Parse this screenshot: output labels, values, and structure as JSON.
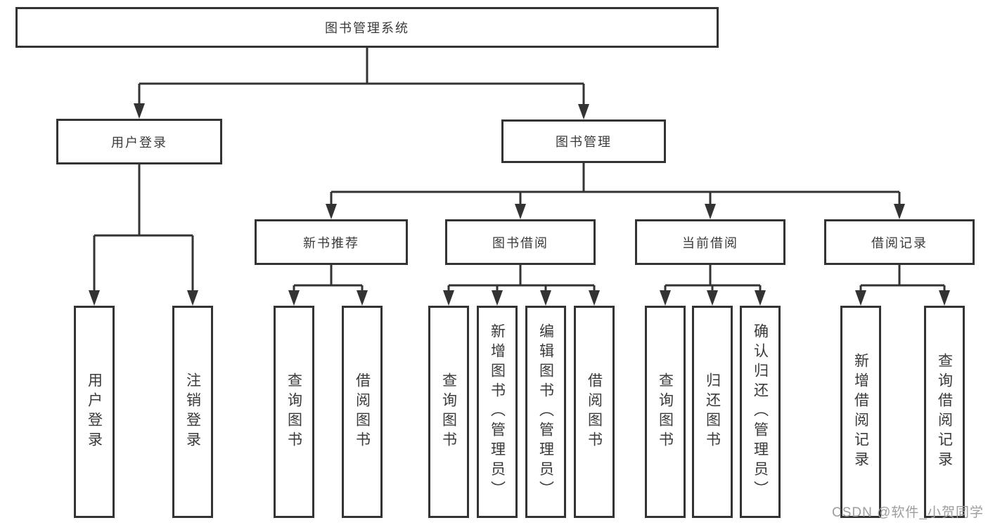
{
  "tree": {
    "root": "图书管理系统",
    "branches": [
      {
        "label": "用户登录",
        "children": [
          "用户登录",
          "注销登录"
        ]
      },
      {
        "label": "图书管理",
        "sections": [
          {
            "label": "新书推荐",
            "children": [
              "查询图书",
              "借阅图书"
            ]
          },
          {
            "label": "图书借阅",
            "children": [
              "查询图书",
              "新增图书（管理员）",
              "编辑图书（管理员）",
              "借阅图书"
            ]
          },
          {
            "label": "当前借阅",
            "children": [
              "查询图书",
              "归还图书",
              "确认归还（管理员）"
            ]
          },
          {
            "label": "借阅记录",
            "children": [
              "新增借阅记录",
              "查询借阅记录"
            ]
          }
        ]
      }
    ],
    "watermark": "CSDN @软件_小贺同学"
  },
  "colors": {
    "line": "#333333",
    "text": "#3a3a3a",
    "watermark": "#9d9d9d",
    "bg": "#ffffff"
  }
}
